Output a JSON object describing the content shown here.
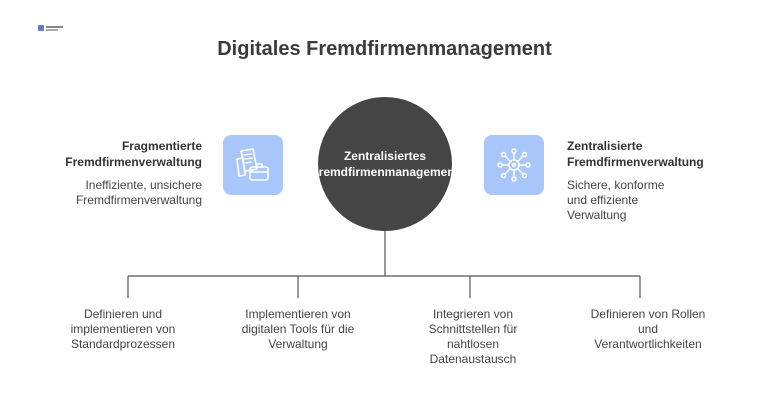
{
  "title": "Digitales Fremdfirmenmanagement",
  "center": {
    "lines": [
      "Zentralisiertes",
      "Fremdfirmenmanagement"
    ]
  },
  "left": {
    "title_lines": [
      "Fragmentierte",
      "Fremdfirmenverwaltung"
    ],
    "desc_lines": [
      "Ineffiziente, unsichere",
      "Fremdfirmenverwaltung"
    ],
    "icon": "fragmented-documents-icon"
  },
  "right": {
    "title_lines": [
      "Zentralisierte",
      "Fremdfirmenverwaltung"
    ],
    "desc_lines": [
      "Sichere, konforme",
      "und effiziente",
      "Verwaltung"
    ],
    "icon": "network-hub-icon"
  },
  "steps": [
    {
      "lines": [
        "Definieren und",
        "implementieren von",
        "Standardprozessen"
      ]
    },
    {
      "lines": [
        "Implementieren von",
        "digitalen Tools für die",
        "Verwaltung"
      ]
    },
    {
      "lines": [
        "Integrieren von",
        "Schnittstellen für",
        "nahtlosen",
        "Datenaustausch"
      ]
    },
    {
      "lines": [
        "Definieren von Rollen",
        "und",
        "Verantwortlichkeiten"
      ]
    }
  ],
  "colors": {
    "circle": "#454545",
    "icon_bg": "#a9c6fb",
    "line": "#555555"
  }
}
